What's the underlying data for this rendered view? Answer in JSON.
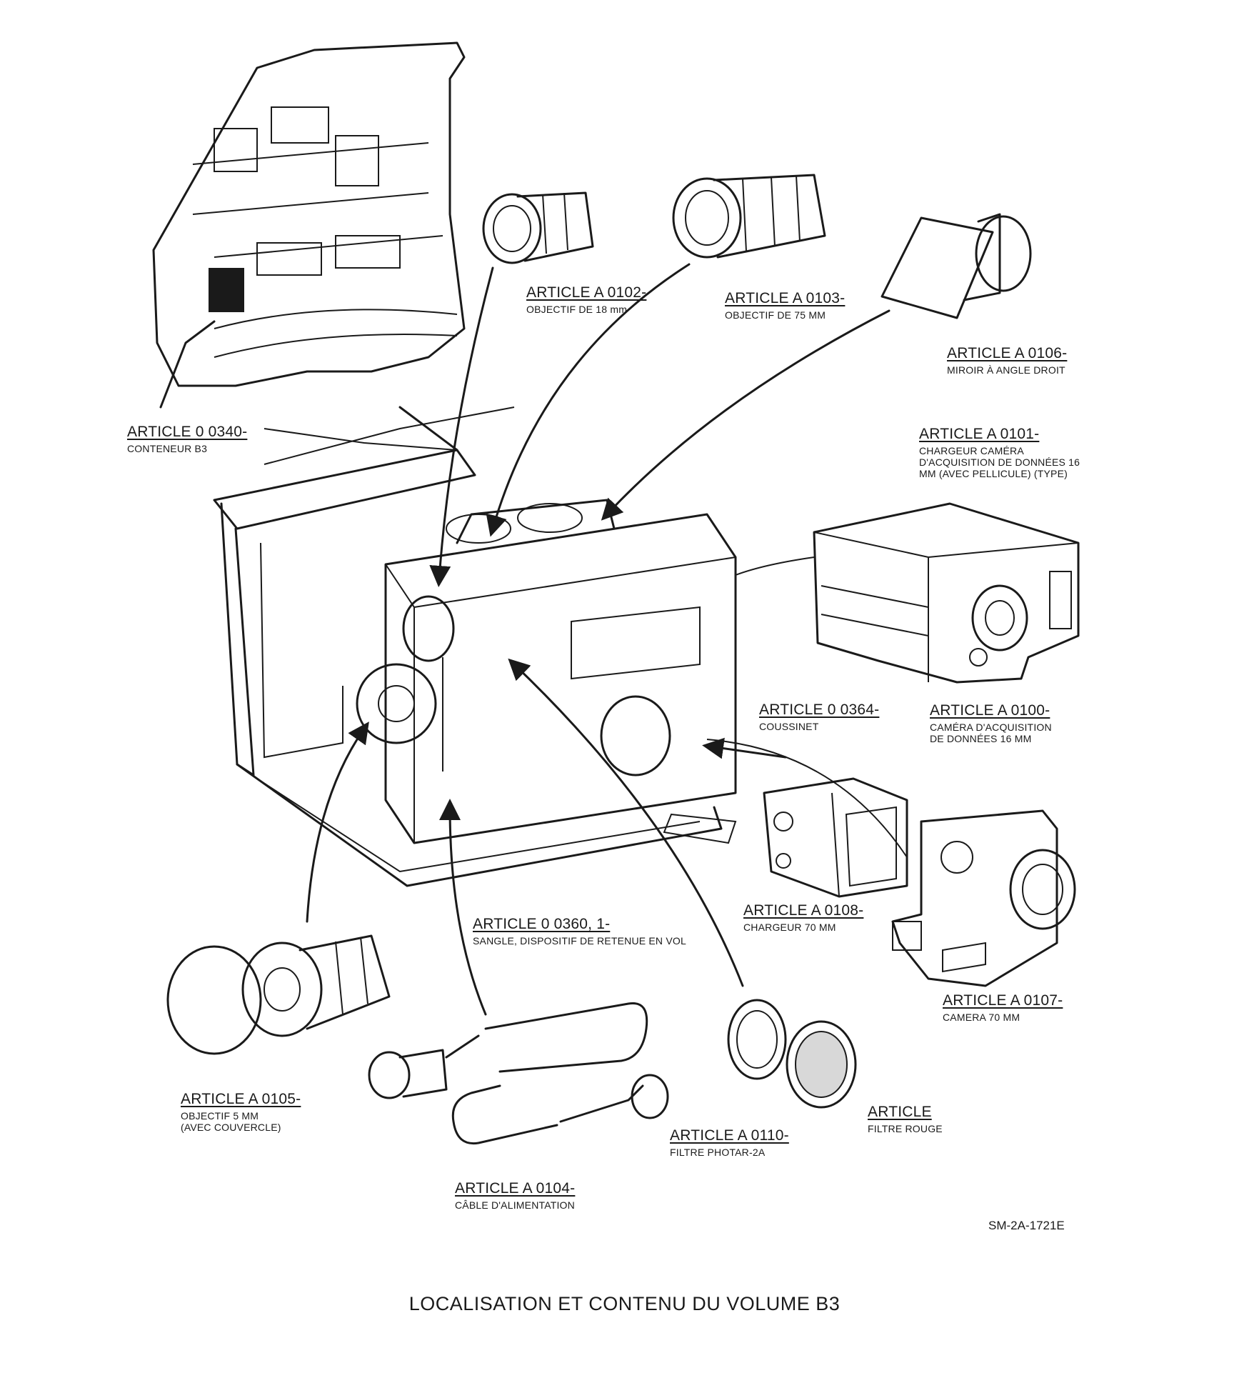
{
  "diagram": {
    "caption": "LOCALISATION ET CONTENU DU VOLUME B3",
    "reference": "SM-2A-1721E",
    "labels": [
      {
        "id": "a0102",
        "title": "ARTICLE A 0102-",
        "sub": [
          "OBJECTIF DE 18 mm"
        ]
      },
      {
        "id": "a0103",
        "title": "ARTICLE A 0103-",
        "sub": [
          "OBJECTIF DE 75 MM"
        ]
      },
      {
        "id": "a0106",
        "title": "ARTICLE A 0106-",
        "sub": [
          "MIROIR À ANGLE DROIT"
        ]
      },
      {
        "id": "o0340",
        "title": "ARTICLE 0 0340-",
        "sub": [
          "CONTENEUR B3"
        ]
      },
      {
        "id": "a0101",
        "title": "ARTICLE A 0101-",
        "sub": [
          "CHARGEUR CAMÉRA",
          "D'ACQUISITION DE DONNÉES 16",
          "MM (AVEC PELLICULE) (TYPE)"
        ]
      },
      {
        "id": "o0364",
        "title": "ARTICLE 0 0364-",
        "sub": [
          "COUSSINET"
        ]
      },
      {
        "id": "a0100",
        "title": "ARTICLE A 0100-",
        "sub": [
          "CAMÉRA D'ACQUISITION",
          "DE DONNÉES 16 MM"
        ]
      },
      {
        "id": "a0108",
        "title": "ARTICLE A 0108-",
        "sub": [
          "CHARGEUR 70 MM"
        ]
      },
      {
        "id": "o0360",
        "title": "ARTICLE 0 0360, 1-",
        "sub": [
          "SANGLE, DISPOSITIF DE RETENUE EN VOL"
        ]
      },
      {
        "id": "a0107",
        "title": "ARTICLE A 0107-",
        "sub": [
          "CAMERA 70 MM"
        ]
      },
      {
        "id": "a0105",
        "title": "ARTICLE A 0105-",
        "sub": [
          "OBJECTIF 5 MM",
          "(AVEC COUVERCLE)"
        ]
      },
      {
        "id": "article",
        "title": "ARTICLE",
        "sub": [
          "FILTRE ROUGE"
        ]
      },
      {
        "id": "a0110",
        "title": "ARTICLE A 0110-",
        "sub": [
          "FILTRE PHOTAR-2A"
        ]
      },
      {
        "id": "a0104",
        "title": "ARTICLE A 0104-",
        "sub": [
          "CÂBLE D'ALIMENTATION"
        ]
      }
    ]
  }
}
